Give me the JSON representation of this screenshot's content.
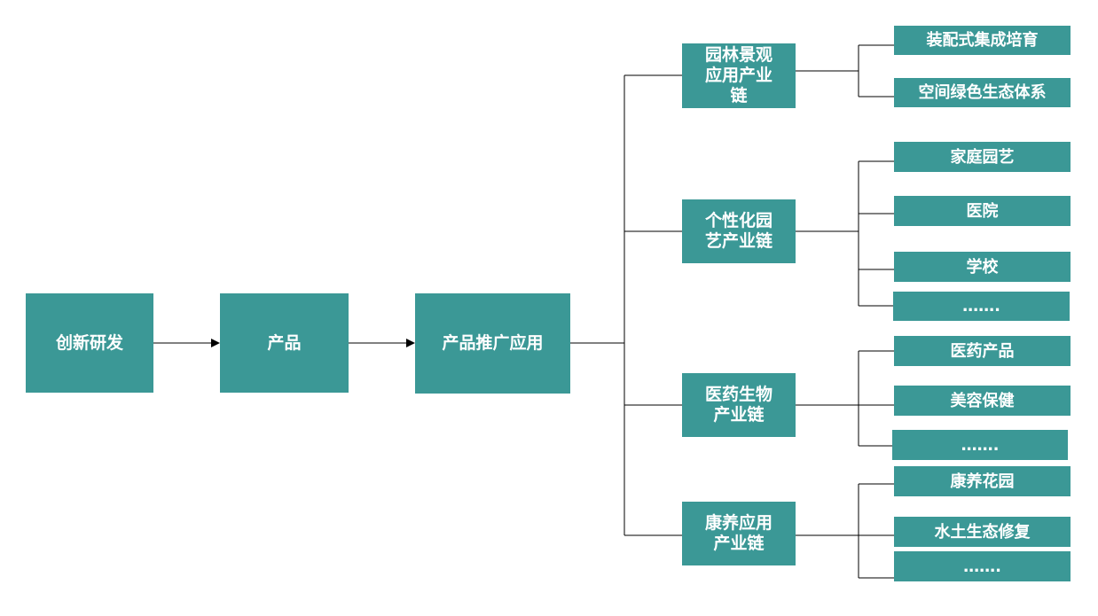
{
  "flow": {
    "research": "创新研发",
    "product": "产品",
    "promotion": "产品推广应用"
  },
  "chains": [
    {
      "label": "园林景观\n应用产业\n链",
      "children": [
        "装配式集成培育",
        "空间绿色生态体系"
      ]
    },
    {
      "label": "个性化园\n艺产业链",
      "children": [
        "家庭园艺",
        "医院",
        "学校",
        "……."
      ]
    },
    {
      "label": "医药生物\n产业链",
      "children": [
        "医药产品",
        "美容保健",
        "……."
      ]
    },
    {
      "label": "康养应用\n产业链",
      "children": [
        "康养花园",
        "水土生态修复",
        "……."
      ]
    }
  ],
  "colors": {
    "box": "#3b9896",
    "text": "#ffffff",
    "line": "#000000"
  }
}
